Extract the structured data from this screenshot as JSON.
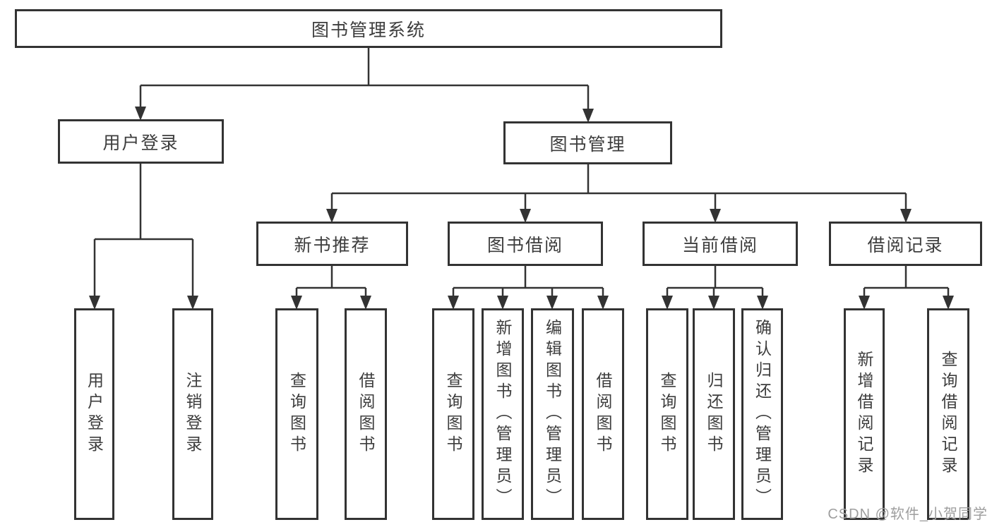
{
  "meta": {
    "line_color": "#333333",
    "text_color": "#3d3d3d",
    "box_background": "#ffffff",
    "watermark_color": "#9e9e9e"
  },
  "tree": {
    "root": {
      "label": "图书管理系统"
    },
    "level2": [
      {
        "label": "用户登录"
      },
      {
        "label": "图书管理"
      }
    ],
    "level3": [
      {
        "label": "新书推荐"
      },
      {
        "label": "图书借阅"
      },
      {
        "label": "当前借阅"
      },
      {
        "label": "借阅记录"
      }
    ],
    "level4": {
      "user_login_group": [
        {
          "label": "用户登录"
        },
        {
          "label": "注销登录"
        }
      ],
      "new_book_group": [
        {
          "label": "查询图书"
        },
        {
          "label": "借阅图书"
        }
      ],
      "borrow_group": [
        {
          "label": "查询图书"
        },
        {
          "label": "新增图书（管理员）"
        },
        {
          "label": "编辑图书（管理员）"
        },
        {
          "label": "借阅图书"
        }
      ],
      "current_group": [
        {
          "label": "查询图书"
        },
        {
          "label": "归还图书"
        },
        {
          "label": "确认归还（管理员）"
        }
      ],
      "record_group": [
        {
          "label": "新增借阅记录"
        },
        {
          "label": "查询借阅记录"
        }
      ]
    }
  },
  "watermark": {
    "text": "CSDN @软件_小贺同学"
  }
}
